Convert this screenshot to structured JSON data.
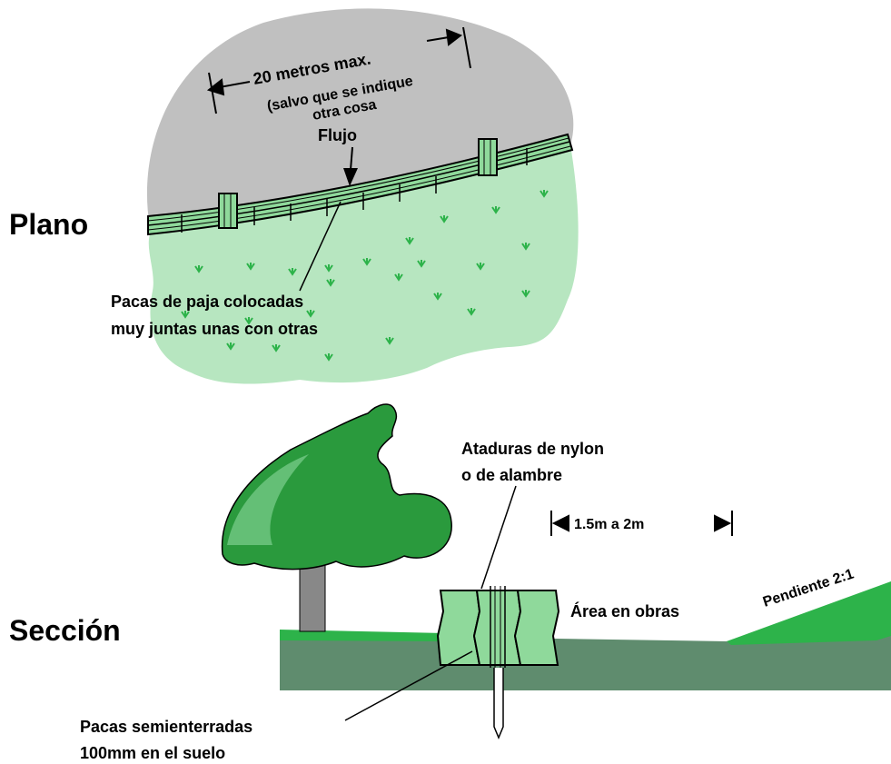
{
  "labels": {
    "plan_title": "Plano",
    "section_title": "Sección",
    "dimension_top": "20 metros max.",
    "dimension_note_1": "(salvo que se indique",
    "dimension_note_2": "otra cosa",
    "flow": "Flujo",
    "bales_line_1": "Pacas de paja colocadas",
    "bales_line_2": "muy juntas unas con otras",
    "ties_line_1": "Ataduras de nylon",
    "ties_line_2": "o de alambre",
    "spacing": "1.5m a 2m",
    "slope": "Pendiente 2:1",
    "work_area": "Área en obras",
    "buried_line_1": "Pacas semienterradas",
    "buried_line_2": "100mm en el suelo"
  },
  "colors": {
    "gray_area": "#c0c0c0",
    "light_green": "#b7e6c0",
    "bale_green": "#8fd99b",
    "grass_green": "#2db34a",
    "ground_dark": "#5f8c6e",
    "tree_dark": "#2a9a3d"
  }
}
